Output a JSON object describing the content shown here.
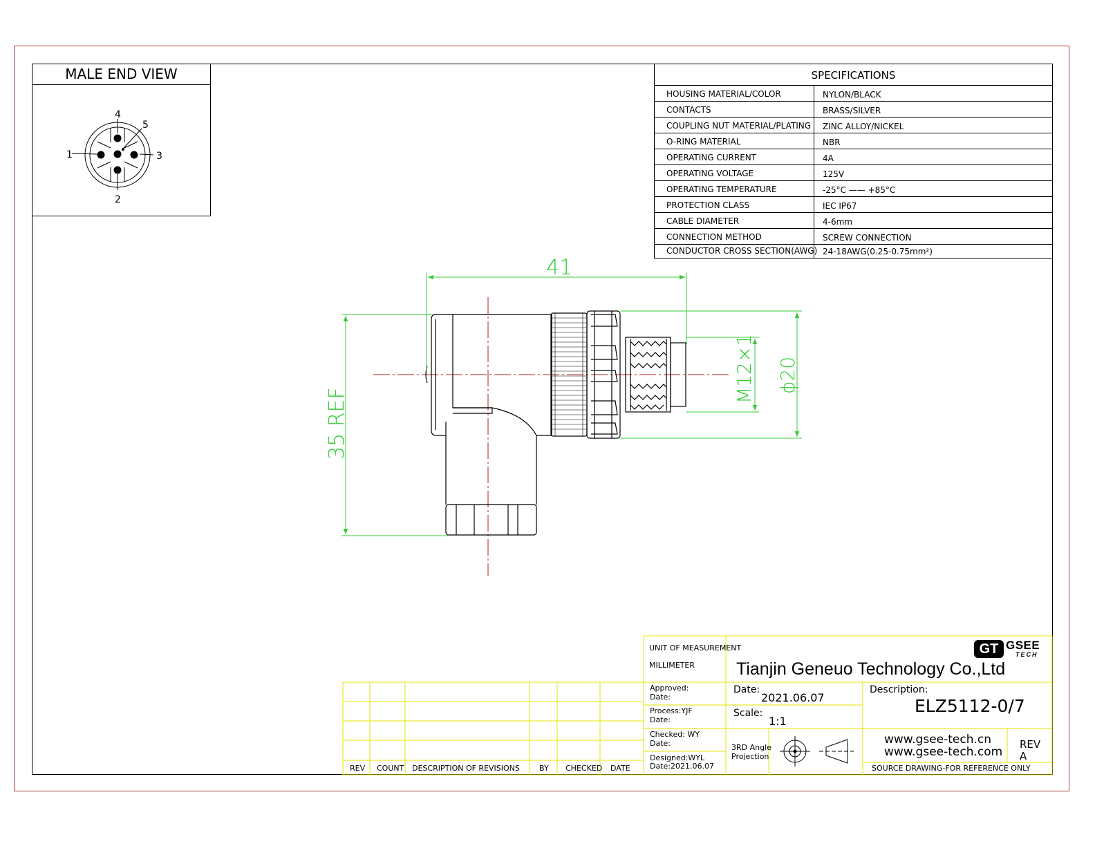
{
  "male_end_view": {
    "title": "MALE END VIEW",
    "pin_labels": [
      "1",
      "2",
      "3",
      "4",
      "5"
    ]
  },
  "specifications": {
    "title": "SPECIFICATIONS",
    "rows": [
      {
        "key": "HOUSING MATERIAL/COLOR",
        "value": "NYLON/BLACK"
      },
      {
        "key": "CONTACTS",
        "value": "BRASS/SILVER"
      },
      {
        "key": "COUPLING NUT MATERIAL/PLATING",
        "value": "ZINC ALLOY/NICKEL"
      },
      {
        "key": "O-RING MATERIAL",
        "value": "NBR"
      },
      {
        "key": "OPERATING CURRENT",
        "value": "4A"
      },
      {
        "key": "OPERATING VOLTAGE",
        "value": "125V"
      },
      {
        "key": "OPERATING TEMPERATURE",
        "value": "-25°C —— +85°C"
      },
      {
        "key": "PROTECTION CLASS",
        "value": "IEC  IP67"
      },
      {
        "key": "CABLE  DIAMETER",
        "value": "4-6mm"
      },
      {
        "key": "CONNECTION  METHOD",
        "value": "SCREW  CONNECTION"
      },
      {
        "key": "CONDUCTOR  CROSS  SECTION(AWG)",
        "value": "24-18AWG(0.25-0.75mm²)"
      }
    ]
  },
  "dimensions": {
    "length": "41",
    "height": "35 REF",
    "thread": "M12×1",
    "diameter": "ϕ20"
  },
  "revisions": {
    "headers": [
      "REV",
      "COUNT",
      "DESCRIPTION  OF  REVISIONS",
      "BY",
      "CHECKED",
      "DATE"
    ]
  },
  "title_block": {
    "unit_label": "UNIT OF MEASUREMENT",
    "unit_value": "MILLIMETER",
    "company": "Tianjin Geneuo Technology Co.,Ltd",
    "logo_mark": "GT",
    "logo_name": "GSEE",
    "logo_sub": "TECH",
    "approved": "Approved:",
    "approved_date": "Date:",
    "process": "Process:YJF",
    "process_date": "Date:",
    "checked": "Checked: WY",
    "checked_date": "Date:",
    "designed": "Designed:WYL",
    "designed_date": "Date:2021.06.07",
    "date_label": "Date:",
    "date_value": "2021.06.07",
    "scale_label": "Scale:",
    "scale_value": "1:1",
    "projection_line1": "3RD Angle",
    "projection_line2": "Projection",
    "description_label": "Description:",
    "part_number": "ELZ5112-0/7",
    "website_cn": "www.gsee-tech.cn",
    "website_com": "www.gsee-tech.com",
    "rev_label": "REV",
    "rev_value": "A",
    "source_note": "SOURCE DRAWING-FOR REFERENCE ONLY"
  },
  "colors": {
    "border": "#aa3333",
    "dimension": "#33cc33",
    "centerline": "#aa2222",
    "title_block": "#e6e600"
  }
}
